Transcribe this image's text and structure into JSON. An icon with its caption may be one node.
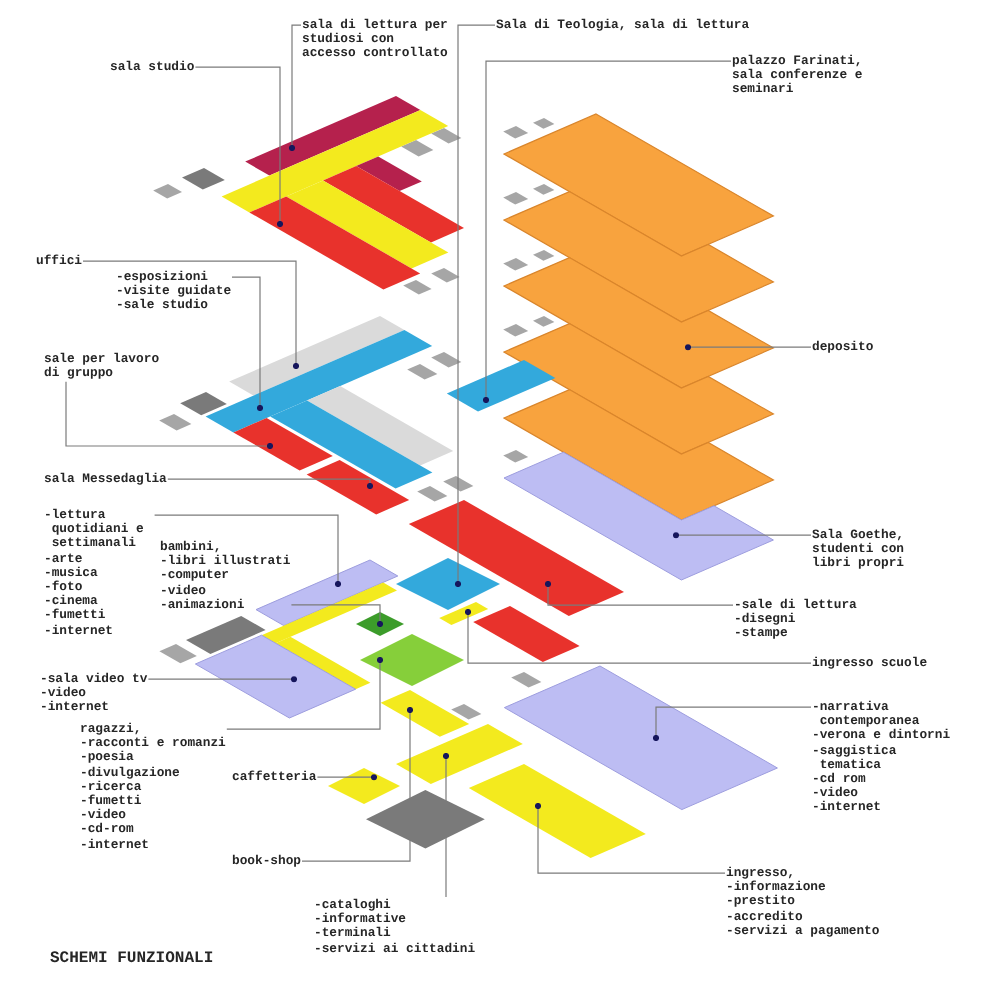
{
  "diagram": {
    "title": "SCHEMI FUNZIONALI",
    "nodes": [
      {
        "text": [
          "sala di lettura per studiosi con accesso controllato"
        ]
      },
      {
        "text": [
          "Sala di Teologia, sala di lettura"
        ]
      },
      {
        "text": [
          "sala studio"
        ]
      },
      {
        "text": [
          "palazzo Farinati, sala conferenze e seminari"
        ]
      },
      {
        "text": [
          "uffici"
        ]
      },
      {
        "text": [
          "-esposizioni -visite guidate -sale studio"
        ]
      },
      {
        "text": [
          "deposito"
        ]
      },
      {
        "text": [
          "sale per lavoro di gruppo"
        ]
      },
      {
        "text": [
          "sala Messedaglia"
        ]
      },
      {
        "text": [
          "-lettura quotidiani e settimanali -arte -musica -foto -cinema -fumetti -internet"
        ]
      },
      {
        "text": [
          "Sala Goethe, studenti con libri propri"
        ]
      },
      {
        "text": [
          "bambini, -libri illustrati -computer -video -animazioni"
        ]
      },
      {
        "text": [
          "-sale di lettura -disegni -stampe"
        ]
      },
      {
        "text": [
          "ingresso scuole"
        ]
      },
      {
        "text": [
          "-sala video tv -video -internet"
        ]
      },
      {
        "text": [
          "-narrativa contemporanea -verona e dintorni -saggistica tematica -cd rom -video -internet"
        ]
      },
      {
        "text": [
          "ragazzi, -racconti e romanzi -poesia -divulgazione -ricerca -fumetti -video -cd-rom -internet"
        ]
      },
      {
        "text": [
          "caffetteria"
        ]
      },
      {
        "text": [
          "book-shop"
        ]
      },
      {
        "text": [
          "ingresso, -informazione -prestito -accredito -servizi a pagamento"
        ]
      },
      {
        "text": [
          "-cataloghi -informative -terminali -servizi ai cittadini"
        ]
      },
      {
        "text": [],
        "shape": "box"
      },
      {
        "text": [],
        "shape": "box"
      },
      {
        "text": [],
        "shape": "box"
      },
      {
        "text": [],
        "shape": "box"
      },
      {
        "text": [],
        "shape": "box"
      },
      {
        "text": [],
        "shape": "box"
      },
      {
        "text": [],
        "shape": "box"
      },
      {
        "text": [],
        "shape": "box"
      },
      {
        "text": [],
        "shape": "box"
      },
      {
        "text": [],
        "shape": "box"
      },
      {
        "text": [],
        "shape": "box"
      },
      {
        "text": [],
        "shape": "box"
      },
      {
        "text": [],
        "shape": "box"
      },
      {
        "text": [],
        "shape": "box"
      },
      {
        "text": [],
        "shape": "box"
      },
      {
        "text": [],
        "shape": "box"
      },
      {
        "text": [],
        "shape": "box"
      },
      {
        "text": [],
        "shape": "box"
      },
      {
        "text": [],
        "shape": "box"
      },
      {
        "text": [],
        "shape": "box"
      },
      {
        "text": [],
        "shape": "diamond"
      },
      {
        "text": [],
        "shape": "box"
      },
      {
        "text": [],
        "shape": "box"
      },
      {
        "text": [],
        "shape": "box"
      },
      {
        "text": [],
        "shape": "box"
      },
      {
        "text": [],
        "shape": "diamond"
      },
      {
        "text": [],
        "shape": "diamond"
      },
      {
        "text": [],
        "shape": "box"
      },
      {
        "text": [],
        "shape": "box"
      },
      {
        "text": [],
        "shape": "box"
      },
      {
        "text": [],
        "shape": "box"
      },
      {
        "text": [],
        "shape": "box"
      },
      {
        "text": [],
        "shape": "box"
      },
      {
        "text": [],
        "shape": "diamond"
      },
      {
        "text": [],
        "shape": "diamond"
      },
      {
        "text": [],
        "shape": "box"
      }
    ],
    "edges": [
      {
        "from": 0,
        "to": 27,
        "arrow": "other"
      },
      {
        "from": 1,
        "to": 41,
        "arrow": "other"
      },
      {
        "from": 2,
        "to": 32,
        "arrow": "other"
      },
      {
        "from": 3,
        "to": 35,
        "arrow": "other"
      },
      {
        "from": 4,
        "to": 33,
        "arrow": "other"
      },
      {
        "from": 5,
        "to": 34,
        "arrow": "other"
      },
      {
        "from": 6,
        "to": 23,
        "arrow": "other"
      },
      {
        "from": 7,
        "to": 38,
        "arrow": "other"
      },
      {
        "from": 8,
        "to": 39,
        "arrow": "other"
      },
      {
        "from": 9,
        "to": 42,
        "arrow": "other"
      },
      {
        "from": 10,
        "to": 26,
        "arrow": "other"
      },
      {
        "from": 11,
        "to": 46,
        "arrow": "other"
      },
      {
        "from": 12,
        "to": 40,
        "arrow": "other"
      },
      {
        "from": 13,
        "to": 43,
        "arrow": "other"
      },
      {
        "from": 14,
        "to": 50,
        "arrow": "other"
      },
      {
        "from": 15,
        "to": 51,
        "arrow": "other"
      },
      {
        "from": 16,
        "to": 47,
        "arrow": "other"
      },
      {
        "from": 17,
        "to": 54,
        "arrow": "other"
      },
      {
        "from": 18,
        "to": 52,
        "arrow": "other"
      },
      {
        "from": 19,
        "to": 56,
        "arrow": "other"
      },
      {
        "from": 20,
        "to": 53,
        "arrow": "other"
      }
    ]
  }
}
